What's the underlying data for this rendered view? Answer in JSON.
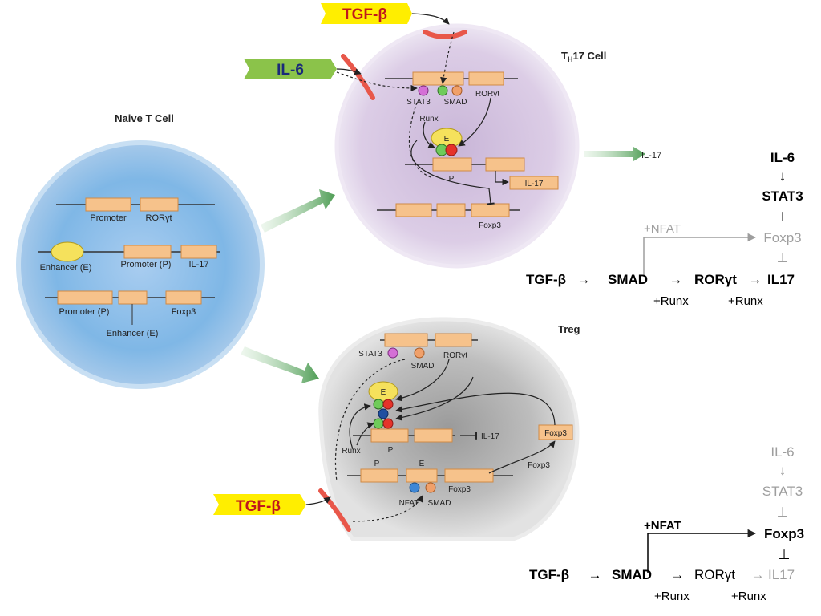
{
  "naive": {
    "title": "Naive T Cell",
    "promoter": "Promoter",
    "rorgt": "RORγt",
    "enhancer_e": "Enhancer (E)",
    "promoter_p": "Promoter (P)",
    "il17": "IL-17",
    "promoter_p2": "Promoter (P)",
    "foxp3": "Foxp3",
    "enhancer_e2": "Enhancer (E)"
  },
  "th17": {
    "title": "T",
    "title_sub": "H",
    "title_rest": "17 Cell",
    "stat3": "STAT3",
    "smad": "SMAD",
    "rorgt": "RORγt",
    "runx": "Runx",
    "e": "E",
    "p": "P",
    "il17_box": "IL-17",
    "foxp3": "Foxp3",
    "il17_out": "IL-17"
  },
  "treg": {
    "title": "Treg",
    "stat3": "STAT3",
    "smad": "SMAD",
    "rorgt": "RORγt",
    "e": "E",
    "runx": "Runx",
    "p": "P",
    "il17": "IL-17",
    "foxp3_box": "Foxp3",
    "p2": "P",
    "e2": "E",
    "foxp3": "Foxp3",
    "foxp3_arrow": "Foxp3",
    "nfat": "NFAT",
    "smad2": "SMAD"
  },
  "tags": {
    "tgfb_top": "TGF-β",
    "il6": "IL-6",
    "tgfb_bottom": "TGF-β"
  },
  "pathway_top": {
    "il6": "IL-6",
    "down_arrow": "↓",
    "stat3": "STAT3",
    "tee1": "⊥",
    "nfat": "+NFAT",
    "foxp3": "Foxp3",
    "tee2": "⊥",
    "tgfb": "TGF-β",
    "arrow1": "→",
    "smad": "SMAD",
    "arrow2": "→",
    "rorgt": "RORγt",
    "arrow3": "→",
    "il17": "IL17",
    "runx1": "+Runx",
    "runx2": "+Runx"
  },
  "pathway_bottom": {
    "il6": "IL-6",
    "down_arrow": "↓",
    "stat3": "STAT3",
    "tee1": "⊥",
    "nfat": "+NFAT",
    "foxp3": "Foxp3",
    "tee2": "⊥",
    "tgfb": "TGF-β",
    "arrow1": "→",
    "smad": "SMAD",
    "arrow2": "→",
    "rorgt": "RORγt",
    "arrow3": "→",
    "il17": "IL17",
    "runx1": "+Runx",
    "runx2": "+Runx"
  },
  "colors": {
    "tgfb_tag": "#ffee00",
    "tgfb_text": "#c0171d",
    "il6_tag": "#8bc34a",
    "il6_text": "#1a2a7a",
    "naive_cell": "#7fb7e6",
    "th17_cell": "#d9c9e3",
    "treg_cell": "#c8c8c8",
    "gene_box": "#f6c28b",
    "receptor": "#e8574a"
  }
}
